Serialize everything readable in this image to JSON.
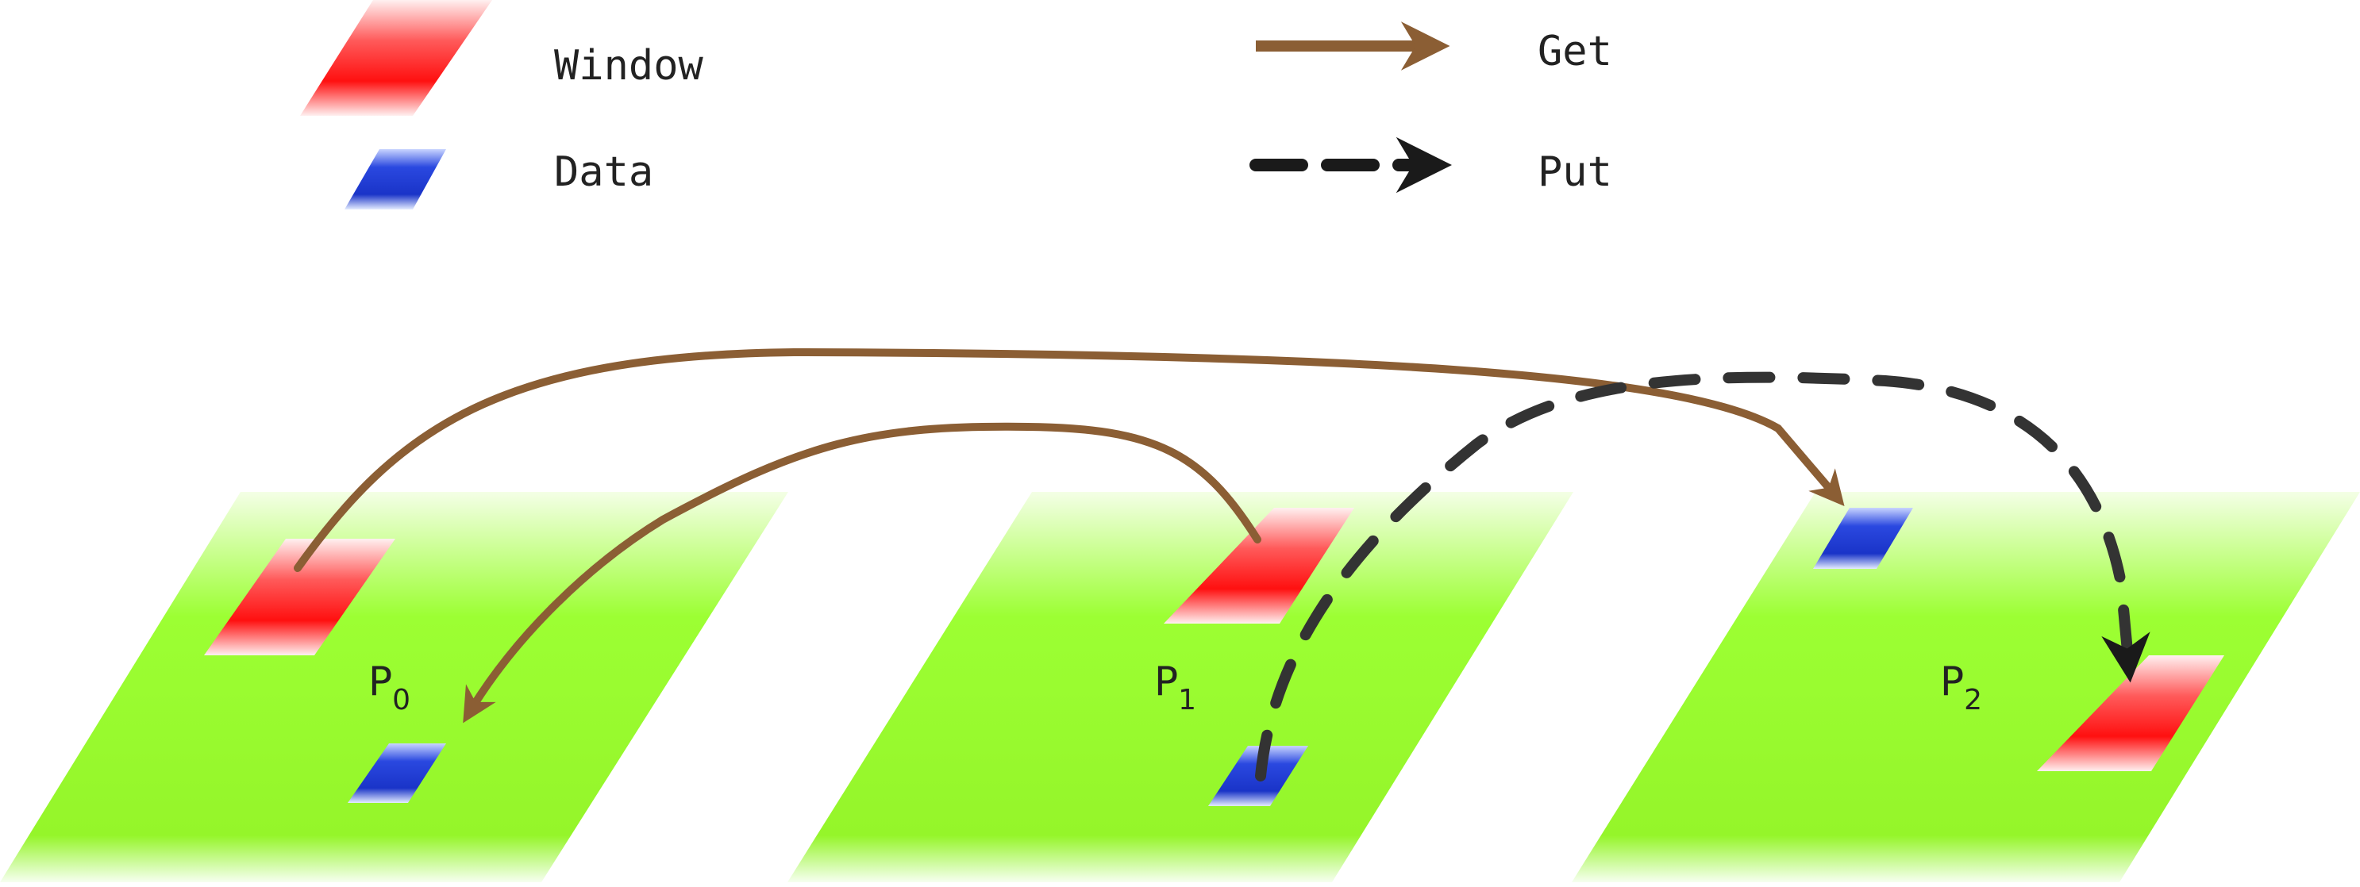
{
  "legend": {
    "window_label": "Window",
    "data_label": "Data",
    "get_label": "Get",
    "put_label": "Put"
  },
  "processes": [
    {
      "name": "P",
      "sub": "0"
    },
    {
      "name": "P",
      "sub": "1"
    },
    {
      "name": "P",
      "sub": "2"
    }
  ],
  "colors": {
    "window": "#ff1a1a",
    "data": "#1a3ad6",
    "process_plane": "#99ff33",
    "get_arrow": "#8b5e34",
    "put_arrow": "#333333"
  }
}
